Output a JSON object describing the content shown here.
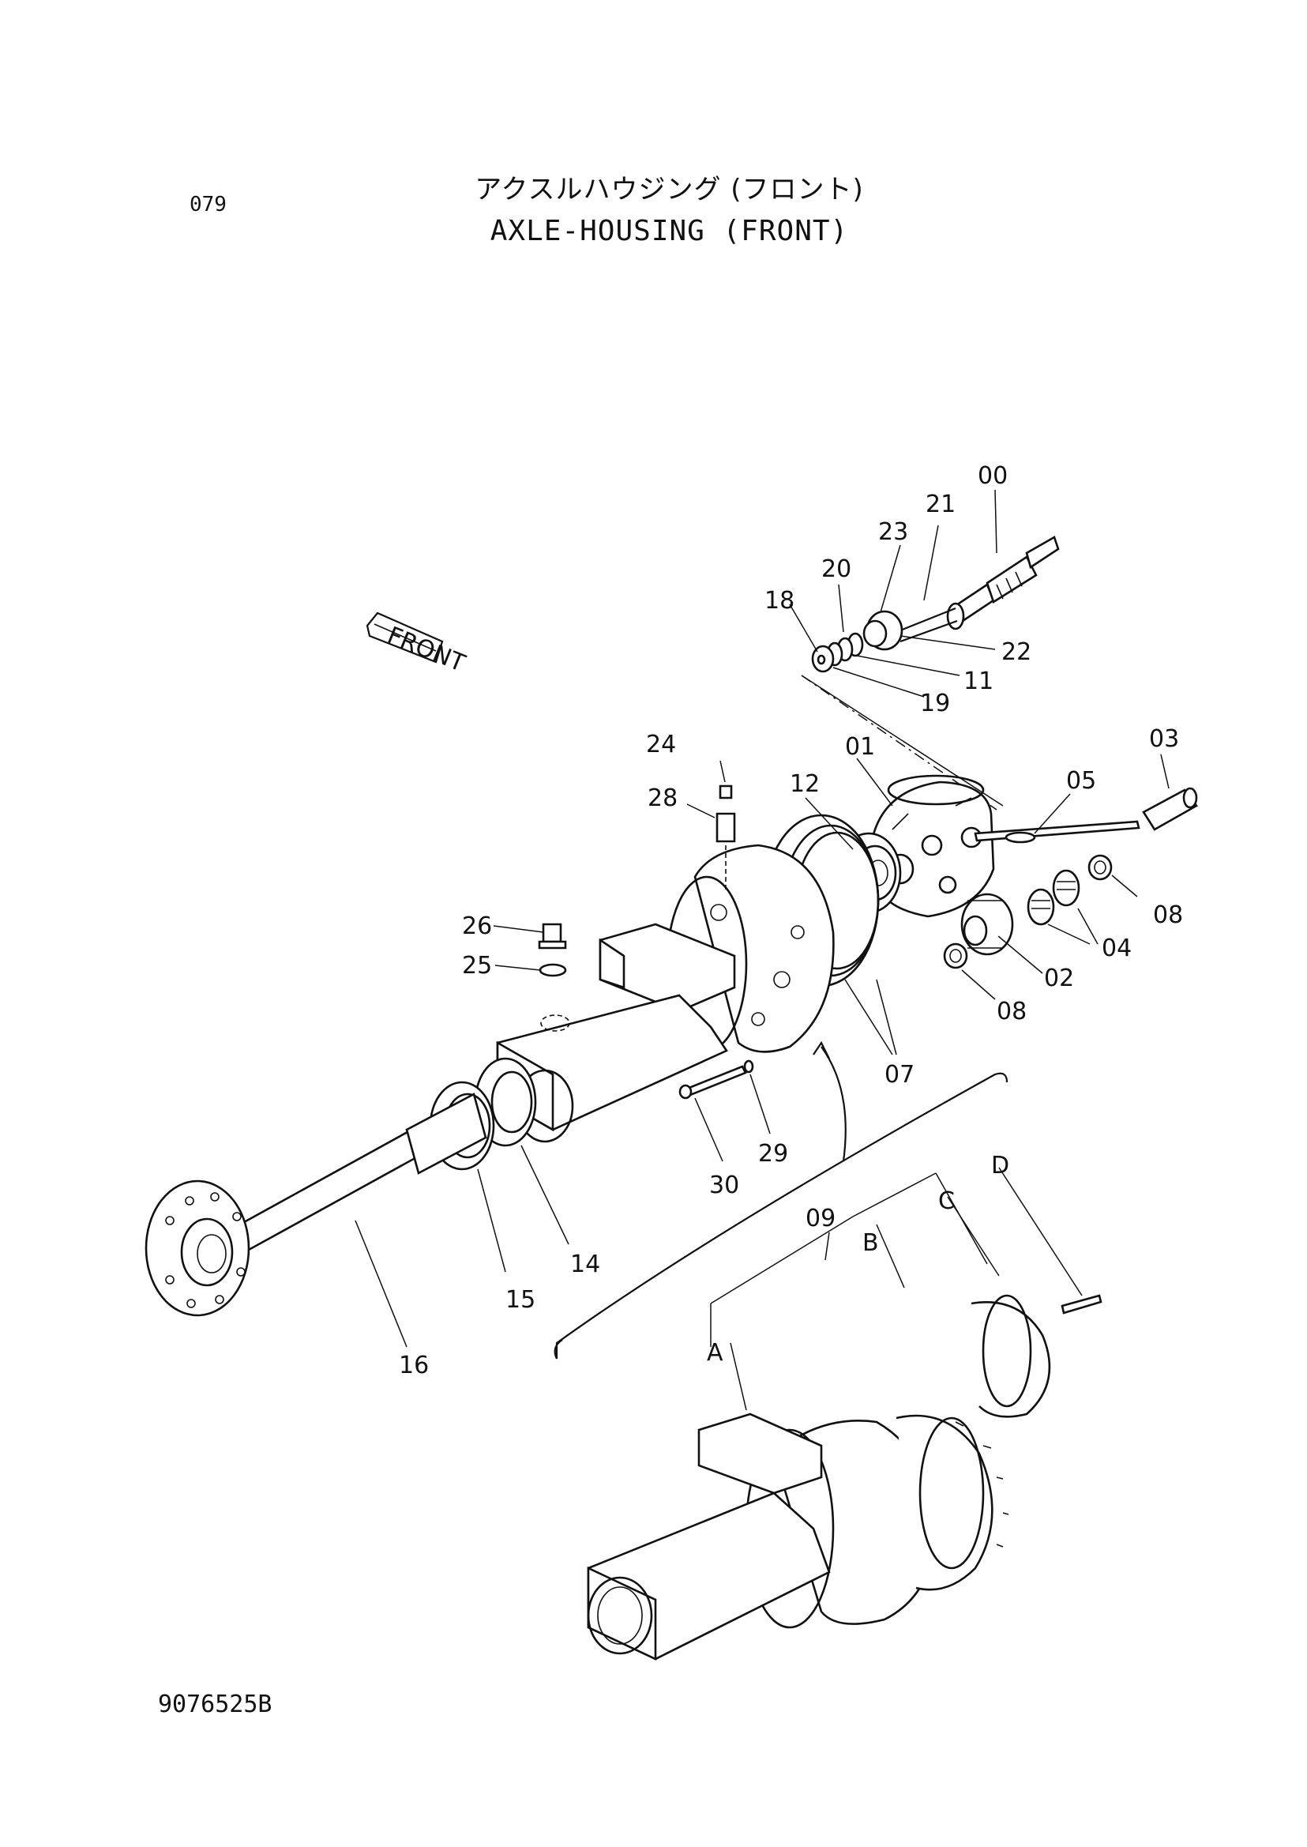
{
  "header": {
    "page_code": "079",
    "title_jp": "アクスルハウジング (フロント)",
    "title_en": "AXLE-HOUSING (FRONT)"
  },
  "footer": {
    "drawing_code": "9076525B"
  },
  "direction_marker": {
    "label": "FRONT"
  },
  "callouts": {
    "p00": "00",
    "p21": "21",
    "p23": "23",
    "p20": "20",
    "p18": "18",
    "p22": "22",
    "p11": "11",
    "p19": "19",
    "p24": "24",
    "p12": "12",
    "p01": "01",
    "p05": "05",
    "p03": "03",
    "p28": "28",
    "p08a": "08",
    "p04": "04",
    "p26": "26",
    "p02": "02",
    "p25": "25",
    "p08b": "08",
    "p07": "07",
    "p29": "29",
    "p30": "30",
    "p09": "09",
    "pD": "D",
    "pC": "C",
    "pB": "B",
    "p14": "14",
    "p15": "15",
    "p16": "16",
    "pA": "A"
  }
}
